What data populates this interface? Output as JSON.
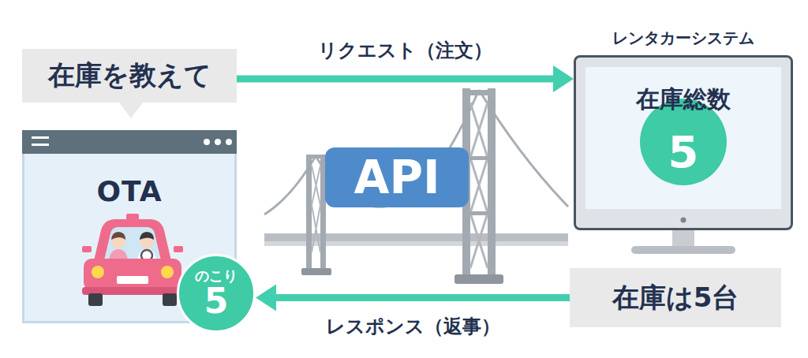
{
  "diagram": {
    "nodes": [
      {
        "text": [
          "在庫を教えて"
        ]
      },
      {
        "text": [
          "OTA"
        ]
      },
      {
        "text": [
          "のこり",
          "5"
        ]
      },
      {
        "text": [
          "API"
        ]
      },
      {
        "text": [
          "レンタカーシステム"
        ]
      },
      {
        "text": [
          "在庫総数"
        ],
        "in": 4
      },
      {
        "text": [
          "5"
        ],
        "in": 5
      },
      {
        "text": [
          "在庫は5台"
        ]
      }
    ],
    "edges": [
      {
        "from": 0,
        "to": 4,
        "label": "リクエスト（注文）",
        "arrow": "to"
      },
      {
        "from": 7,
        "to": 2,
        "label": "レスポンス（返事）",
        "arrow": "to"
      }
    ]
  }
}
